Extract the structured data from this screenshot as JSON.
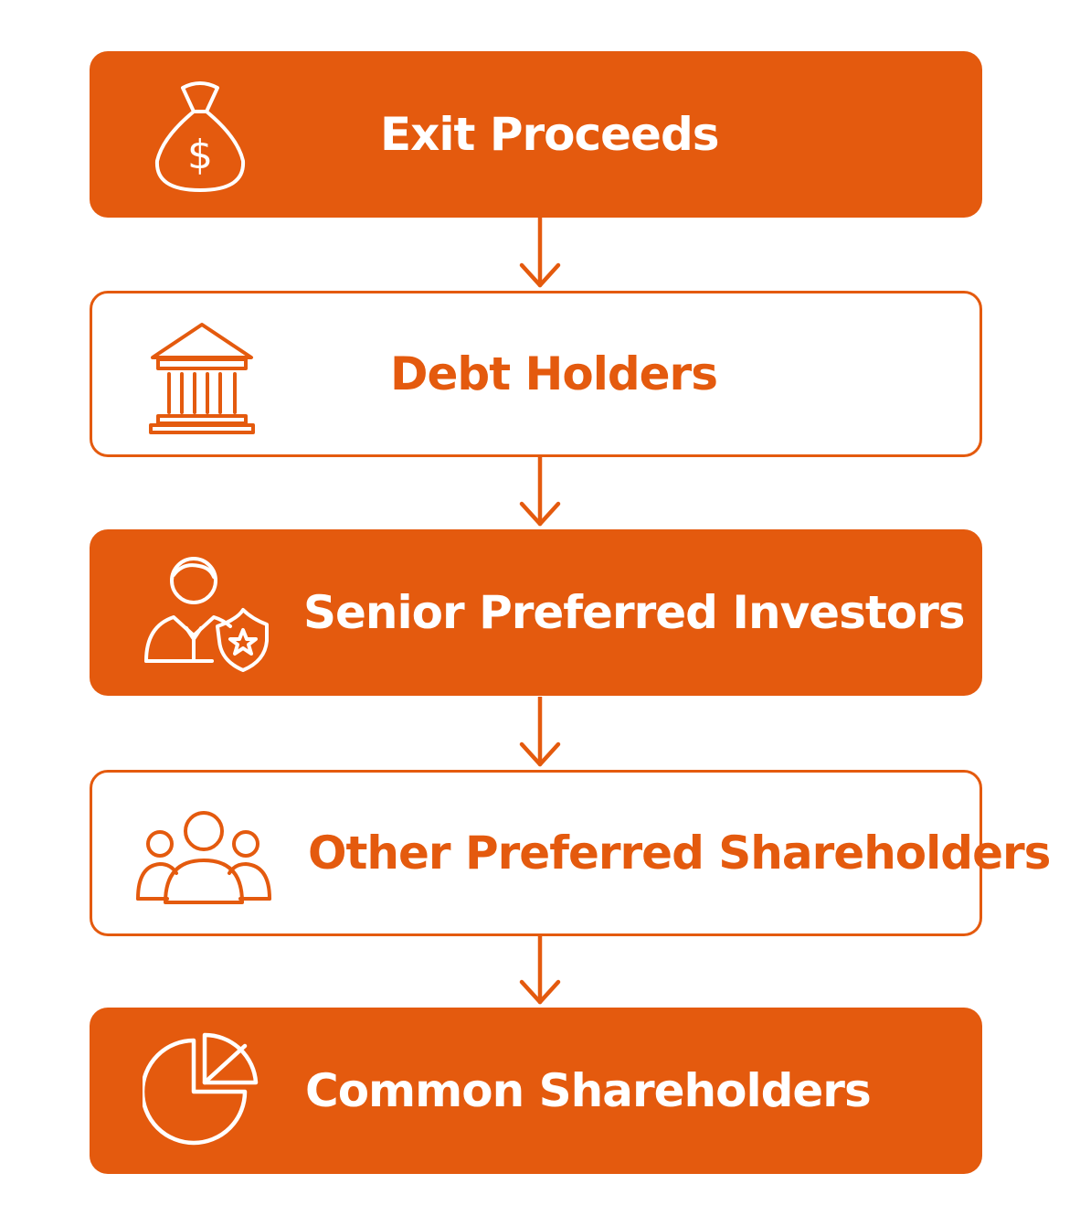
{
  "diagram": {
    "accent_color": "#e45a0e",
    "text_on_accent": "#ffffff",
    "steps": [
      {
        "label": "Exit Proceeds",
        "style": "filled",
        "icon": "money-bag-icon"
      },
      {
        "label": "Debt Holders",
        "style": "outline",
        "icon": "bank-icon"
      },
      {
        "label": "Senior Preferred Investors",
        "style": "filled",
        "icon": "investor-shield-icon"
      },
      {
        "label": "Other Preferred Shareholders",
        "style": "outline",
        "icon": "group-icon"
      },
      {
        "label": "Common Shareholders",
        "style": "filled",
        "icon": "pie-chart-icon"
      }
    ]
  }
}
